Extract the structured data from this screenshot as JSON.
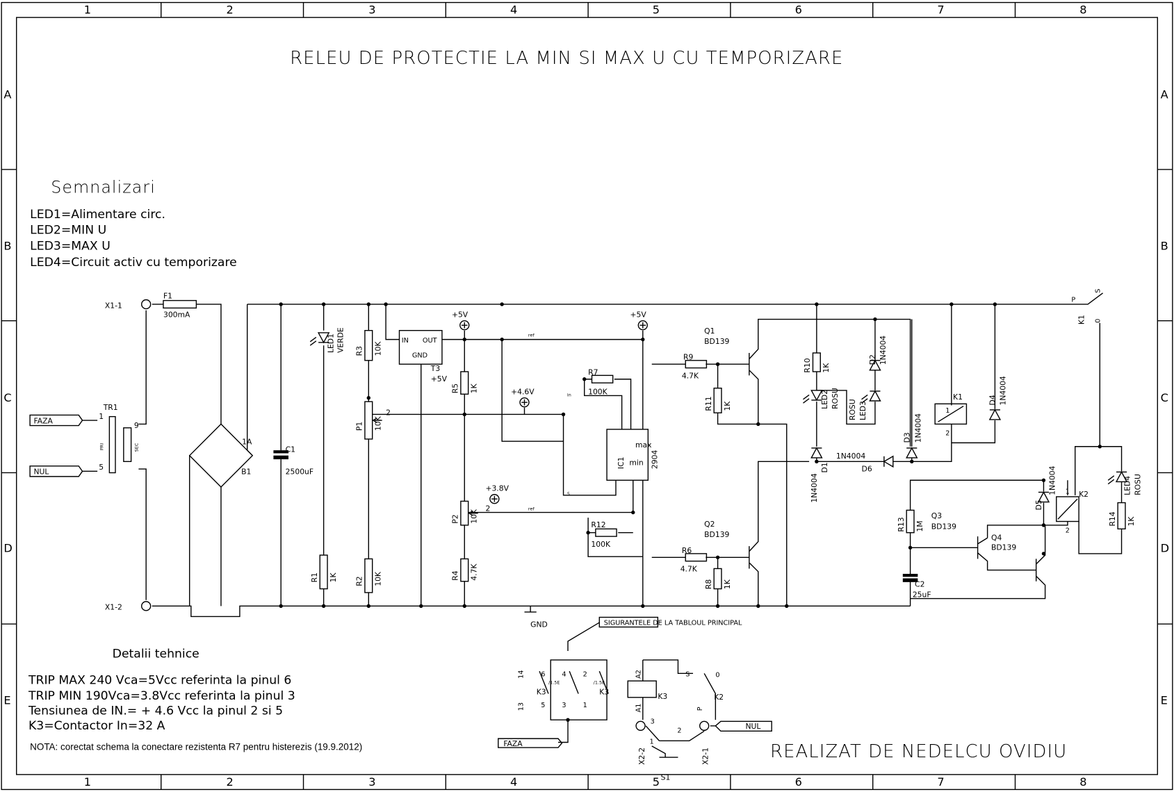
{
  "title": "RELEU DE PROTECTIE LA  MIN  SI MAX U CU TEMPORIZARE",
  "grid": {
    "columns": [
      "1",
      "2",
      "3",
      "4",
      "5",
      "6",
      "7",
      "8"
    ],
    "rows": [
      "A",
      "B",
      "C",
      "D",
      "E"
    ]
  },
  "signals": {
    "heading": "Semnalizari",
    "items": [
      "LED1=Alimentare circ.",
      "LED2=MIN U",
      "LED3=MAX U",
      "LED4=Circuit activ cu temporizare"
    ]
  },
  "details": {
    "heading": "Detalii tehnice",
    "items": [
      "TRIP MAX 240 Vca=5Vcc referinta la pinul 6",
      "TRIP MIN 190Vca=3.8Vcc referinta la pinul 3",
      "Tensiunea de IN.= + 4.6 Vcc la pinul 2 si 5",
      "K3=Contactor In=32 A"
    ],
    "note": "NOTA: corectat schema la conectare rezistenta R7 pentru histerezis (19.9.2012)"
  },
  "author": "REALIZAT DE NEDELCU OVIDIU",
  "terminals": {
    "x1_1": "X1-1",
    "x1_2": "X1-2",
    "faza": "FAZA",
    "nul": "NUL",
    "gnd": "GND",
    "faza2": "FAZA",
    "nul2": "NUL",
    "x2_1": "X2-1",
    "x2_2": "X2-2"
  },
  "supplies": {
    "v5a": "+5V",
    "v5b": "+5V",
    "v46": "+4.6V",
    "v38": "+3.8V"
  },
  "net_labels": {
    "ref1": "ref",
    "ref2": "ref",
    "in": "in",
    "pin5": "5"
  },
  "parts": {
    "F1": {
      "ref": "F1",
      "value": "300mA"
    },
    "TR1": {
      "ref": "TR1",
      "pri": "PRI",
      "sec": "SEC",
      "p1": "1",
      "p5": "5",
      "p9": "9"
    },
    "B1": {
      "ref": "B1",
      "value": "1A"
    },
    "C1": {
      "ref": "C1",
      "value": "2500uF"
    },
    "LED1": {
      "ref": "LED1",
      "value": "VERDE"
    },
    "R1": {
      "ref": "R1",
      "value": "1K"
    },
    "R2": {
      "ref": "R2",
      "value": "10K"
    },
    "R3": {
      "ref": "R3",
      "value": "10K"
    },
    "P1": {
      "ref": "P1",
      "value": "10K",
      "w": "2"
    },
    "T3": {
      "ref": "T3",
      "value": "+5V",
      "in": "IN",
      "out": "OUT",
      "gnd": "GND"
    },
    "R5": {
      "ref": "R5",
      "value": "1K"
    },
    "P2": {
      "ref": "P2",
      "value": "10K",
      "w": "2"
    },
    "R4": {
      "ref": "R4",
      "value": "4.7K"
    },
    "R7": {
      "ref": "R7",
      "value": "100K"
    },
    "R12": {
      "ref": "R12",
      "value": "100K"
    },
    "IC1": {
      "ref": "IC1",
      "value": "2904",
      "max": "max",
      "min": "min"
    },
    "Q1": {
      "ref": "Q1",
      "value": "BD139"
    },
    "Q2": {
      "ref": "Q2",
      "value": "BD139"
    },
    "R9": {
      "ref": "R9",
      "value": "4.7K"
    },
    "R6": {
      "ref": "R6",
      "value": "4.7K"
    },
    "R11": {
      "ref": "R11",
      "value": "1K"
    },
    "R8": {
      "ref": "R8",
      "value": "1K"
    },
    "R10": {
      "ref": "R10",
      "value": "1K"
    },
    "LED2": {
      "ref": "LED2",
      "value": "ROSU"
    },
    "D1": {
      "ref": "D1",
      "value": "1N4004"
    },
    "D2": {
      "ref": "D2",
      "value": "1N4004"
    },
    "LED3": {
      "ref": "LED3",
      "value": "ROSU"
    },
    "D3": {
      "ref": "D3",
      "value": "1N4004"
    },
    "D6": {
      "ref": "D6",
      "value": "1N4004"
    },
    "K1": {
      "ref": "K1",
      "p1": "1",
      "p2": "2"
    },
    "D4": {
      "ref": "D4",
      "value": "1N4004"
    },
    "K1c": {
      "ref": "K1",
      "p": "P",
      "s": "S",
      "o": "0"
    },
    "R13": {
      "ref": "R13",
      "value": "1M"
    },
    "C2": {
      "ref": "C2",
      "value": "25uF"
    },
    "Q3": {
      "ref": "Q3",
      "value": "BD139"
    },
    "Q4": {
      "ref": "Q4",
      "value": "BD139"
    },
    "D5": {
      "ref": "D5",
      "value": "1N4004"
    },
    "K2": {
      "ref": "K2",
      "p1": "1",
      "p2": "2"
    },
    "R14": {
      "ref": "R14",
      "value": "1K"
    },
    "LED4": {
      "ref": "LED4",
      "value": "ROSU"
    }
  },
  "bottom": {
    "fuses": "SIGURANTELE DE LA TABLOUL PRINCIPAL",
    "k3_contacts": {
      "left_ref": "K3",
      "right_ref": "K3",
      "left_rating": "/1.5E",
      "right_rating": "/1.5E",
      "pins": [
        "14",
        "13",
        "6",
        "5",
        "4",
        "3",
        "2",
        "1"
      ]
    },
    "k3_coil": {
      "ref": "K3",
      "a1": "A1",
      "a2": "A2"
    },
    "k2_contact": {
      "ref": "K2",
      "p": "P",
      "s": "S",
      "o": "0"
    },
    "s1": {
      "ref": "S1",
      "p1": "1",
      "p2": "2",
      "p3": "3"
    }
  }
}
